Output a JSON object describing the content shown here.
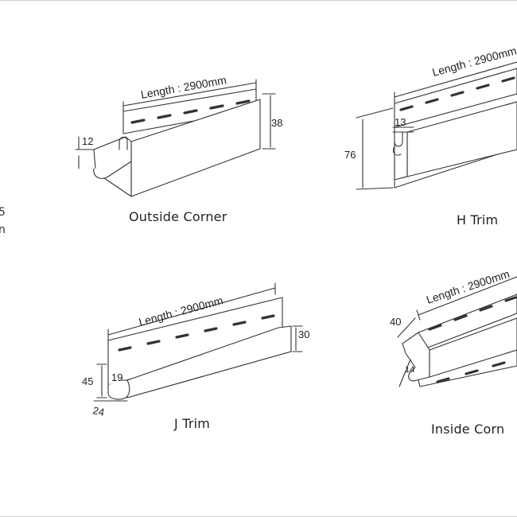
{
  "colors": {
    "stroke": "#333333",
    "fill": "#ffffff",
    "slot": "#333333"
  },
  "edge_fragment": {
    "line1": "5",
    "line2": "n"
  },
  "products": {
    "outside_corner": {
      "name": "Outside Corner",
      "length": "Length : 2900mm",
      "dim_a": "12",
      "dim_b": "38"
    },
    "h_trim": {
      "name": "H Trim",
      "length": "Length : 2900mm",
      "dim_a": "13",
      "dim_b": "76"
    },
    "j_trim": {
      "name": "J Trim",
      "length": "Length : 2900mm",
      "dim_a": "45",
      "dim_b": "19",
      "dim_c": "24",
      "dim_d": "30"
    },
    "inside_corner": {
      "name": "Inside Corn",
      "length": "Length : 2900mm",
      "dim_a": "40",
      "dim_b": "14"
    }
  }
}
